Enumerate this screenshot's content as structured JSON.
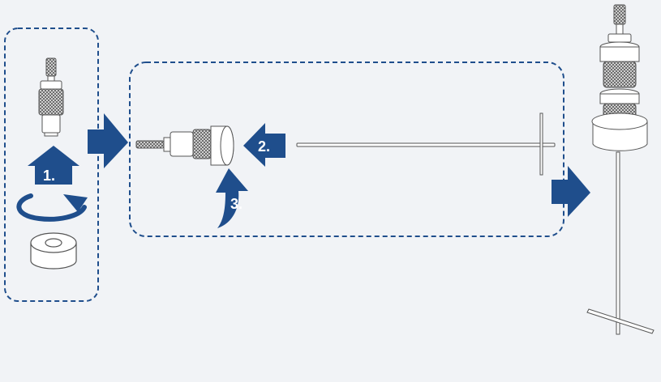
{
  "colors": {
    "accent": "#1f4e8c",
    "dashed_frame": "#1f4e8c",
    "part_stroke": "#555555",
    "part_fill": "#ffffff",
    "knurl": "#666666",
    "background": "#f1f3f6"
  },
  "steps": [
    {
      "label": "1.",
      "icon": "up-arrow-icon"
    },
    {
      "label": "2.",
      "icon": "left-arrow-icon"
    },
    {
      "label": "3.",
      "icon": "curved-arrow-icon"
    }
  ],
  "icons": [
    "rotate-icon",
    "right-arrow-icon"
  ]
}
